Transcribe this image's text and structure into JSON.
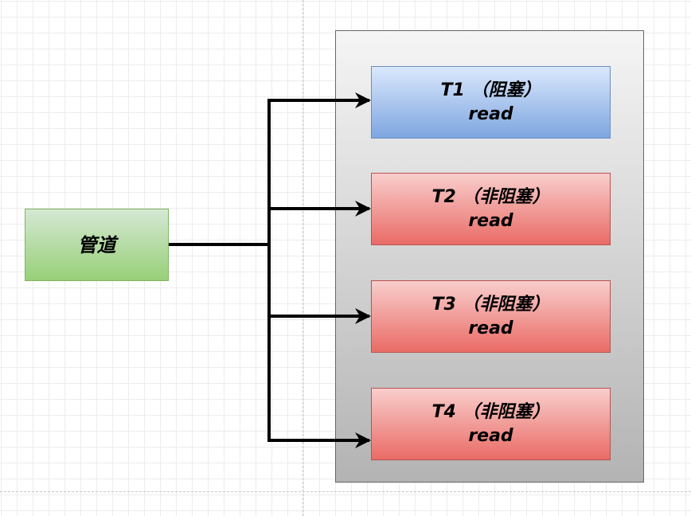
{
  "pipe": {
    "label": "管道"
  },
  "threads": [
    {
      "title": "T1 （阻塞）",
      "op": "read",
      "color": "#7ea6e0"
    },
    {
      "title": "T2 （非阻塞）",
      "op": "read",
      "color": "#ea6b66"
    },
    {
      "title": "T3 （非阻塞）",
      "op": "read",
      "color": "#ea6b66"
    },
    {
      "title": "T4 （非阻塞）",
      "op": "read",
      "color": "#ea6b66"
    }
  ],
  "colors": {
    "pipe_fill": "#97d077",
    "container_fill": "#b3b3b3",
    "connector": "#000000"
  }
}
